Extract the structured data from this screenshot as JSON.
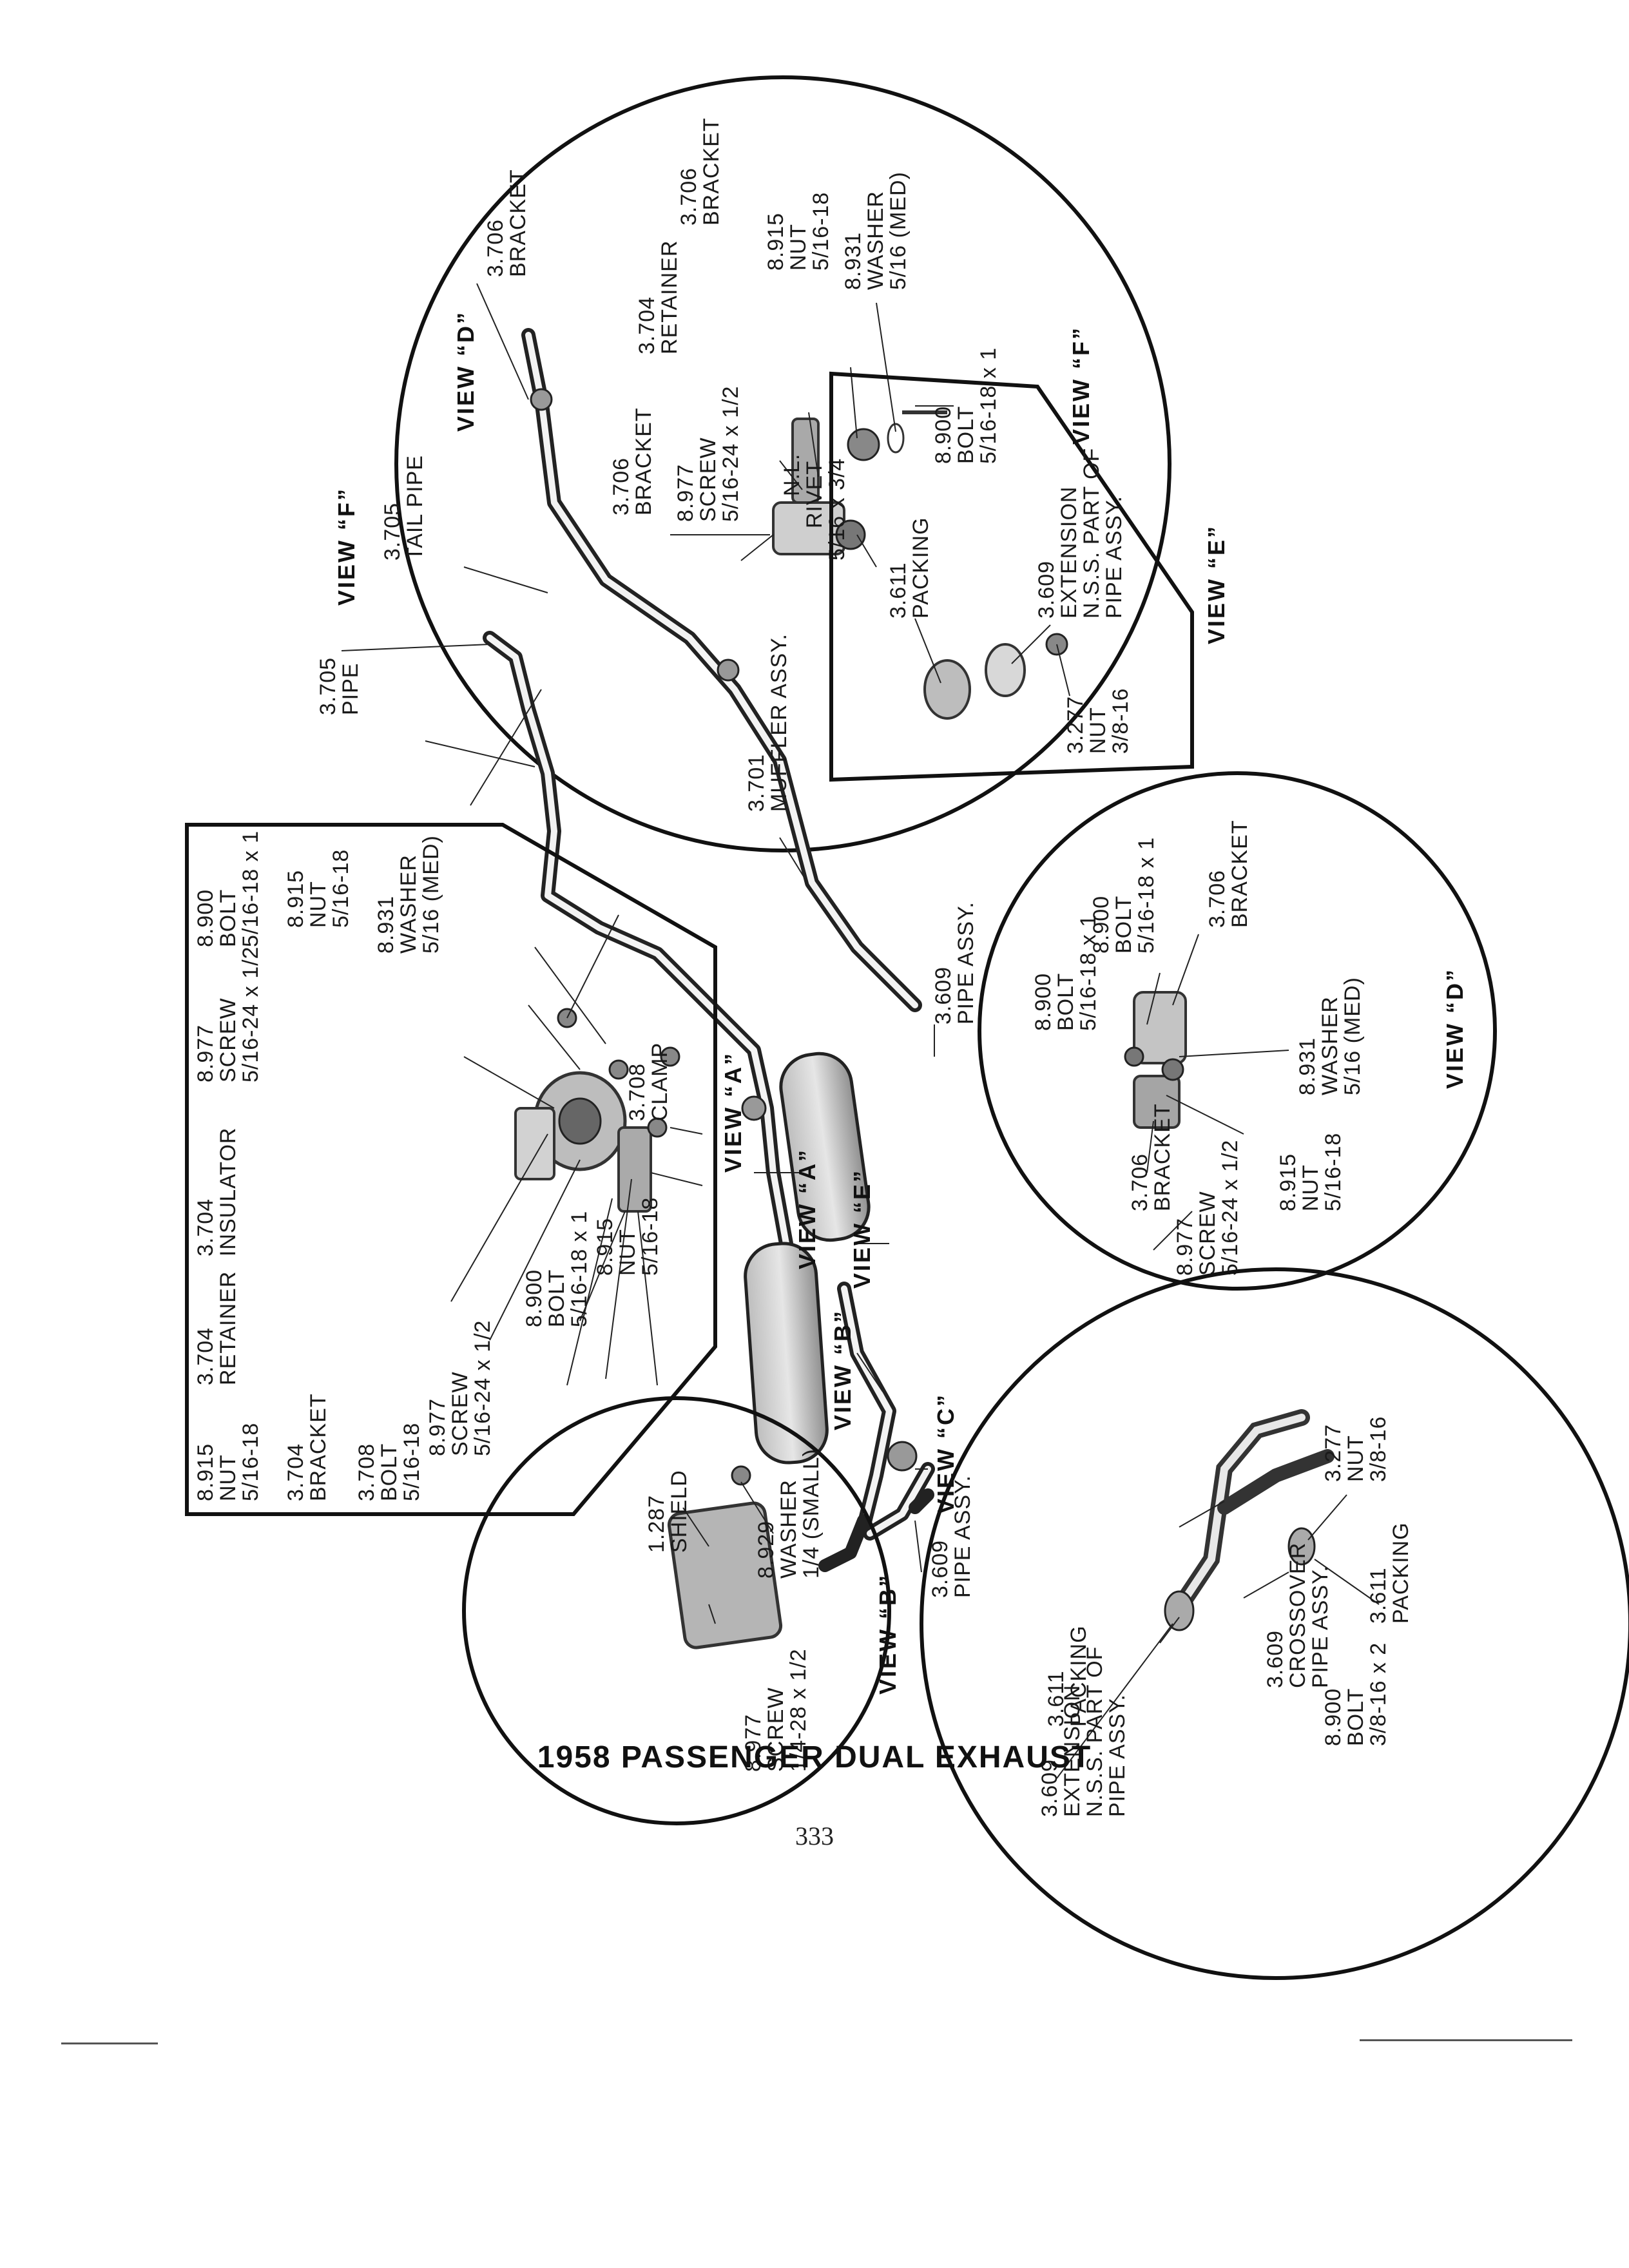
{
  "title": "1958 PASSENGER DUAL EXHAUST",
  "page_number": "333",
  "views": {
    "a": "VIEW “A”",
    "b": "VIEW “B”",
    "c": "VIEW “C”",
    "d": "VIEW “D”",
    "e": "VIEW “E”",
    "f": "VIEW “F”"
  },
  "callouts": {
    "main": {
      "bracket_3706": [
        "3.706",
        "BRACKET"
      ],
      "tail_pipe": [
        "3.705",
        "TAIL PIPE"
      ],
      "pipe_3705": [
        "3.705",
        "PIPE"
      ],
      "muffler": [
        "3.701",
        "MUFFLER ASSY."
      ],
      "pipe_assy_upper": [
        "3.609",
        "PIPE ASSY."
      ],
      "pipe_assy_lower": [
        "3.609",
        "PIPE ASSY."
      ]
    },
    "view_a": {
      "bolt_8900": [
        "8.900",
        "BOLT",
        "5/16-18 x 1"
      ],
      "nut_8915": [
        "8.915",
        "NUT",
        "5/16-18"
      ],
      "washer_8931": [
        "8.931",
        "WASHER",
        "5/16 (MED)"
      ],
      "screw_8977": [
        "8.977",
        "SCREW",
        "5/16-24 x 1/2"
      ],
      "clamp_3708": [
        "3.708",
        "CLAMP"
      ],
      "insulator_3704": [
        "3.704",
        "INSULATOR"
      ],
      "retainer_3704": [
        "3.704",
        "RETAINER"
      ],
      "nut_8915_b": [
        "8.915",
        "NUT",
        "5/16-18"
      ],
      "bolt_8900_b": [
        "8.900",
        "BOLT",
        "5/16-18 x 1"
      ],
      "nut_8915_c": [
        "8.915",
        "NUT",
        "5/16-18"
      ],
      "bracket_3704": [
        "3.704",
        "BRACKET"
      ],
      "bolt_3708": [
        "3.708",
        "BOLT",
        "5/16-18"
      ],
      "screw_8977_b": [
        "8.977",
        "SCREW",
        "5/16-24 x 1/2"
      ]
    },
    "view_b": {
      "shield": [
        "1.287",
        "SHIELD"
      ],
      "washer": [
        "8.929",
        "WASHER",
        "1/4 (SMALL)"
      ],
      "screw": [
        "8.977",
        "SCREW",
        "1/4-28 x 1/2"
      ]
    },
    "view_c": {
      "nut": [
        "3.277",
        "NUT",
        "3/8-16"
      ],
      "packing_right": [
        "3.611",
        "PACKING"
      ],
      "crossover": [
        "3.609",
        "CROSSOVER",
        "PIPE ASSY."
      ],
      "bolt": [
        "8.900",
        "BOLT",
        "3/8-16 x 2"
      ],
      "packing_left": [
        "3.611",
        "PACKING"
      ],
      "extension": [
        "3.609",
        "EXTENSION",
        "N.S.S. PART OF",
        "PIPE ASSY."
      ]
    },
    "view_d": {
      "bolt_a": [
        "8.900",
        "BOLT",
        "5/16-18 x 1"
      ],
      "bolt_b": [
        "8.900",
        "BOLT",
        "5/16-18 x 1"
      ],
      "bracket_r": [
        "3.706",
        "BRACKET"
      ],
      "washer": [
        "8.931",
        "WASHER",
        "5/16 (MED)"
      ],
      "nut": [
        "8.915",
        "NUT",
        "5/16-18"
      ],
      "bracket_l": [
        "3.706",
        "BRACKET"
      ],
      "screw": [
        "8.977",
        "SCREW",
        "5/16-24 x 1/2"
      ]
    },
    "view_e": {
      "packing": [
        "3.611",
        "PACKING"
      ],
      "extension": [
        "3.609",
        "EXTENSION",
        "N.S.S. PART OF",
        "PIPE ASSY."
      ],
      "nut": [
        "3.277",
        "NUT",
        "3/8-16"
      ]
    },
    "view_f": {
      "retainer": [
        "3.704",
        "RETAINER"
      ],
      "bracket_top": [
        "3.706",
        "BRACKET"
      ],
      "nut": [
        "8.915",
        "NUT",
        "5/16-18"
      ],
      "washer": [
        "8.931",
        "WASHER",
        "5/16 (MED)"
      ],
      "bolt": [
        "8.900",
        "BOLT",
        "5/16-18 x 1"
      ],
      "bracket": [
        "3.706",
        "BRACKET"
      ],
      "screw": [
        "8.977",
        "SCREW",
        "5/16-24 x 1/2"
      ],
      "rivet": [
        "N.L.",
        "RIVET",
        "5/16 x 3/4"
      ]
    }
  }
}
